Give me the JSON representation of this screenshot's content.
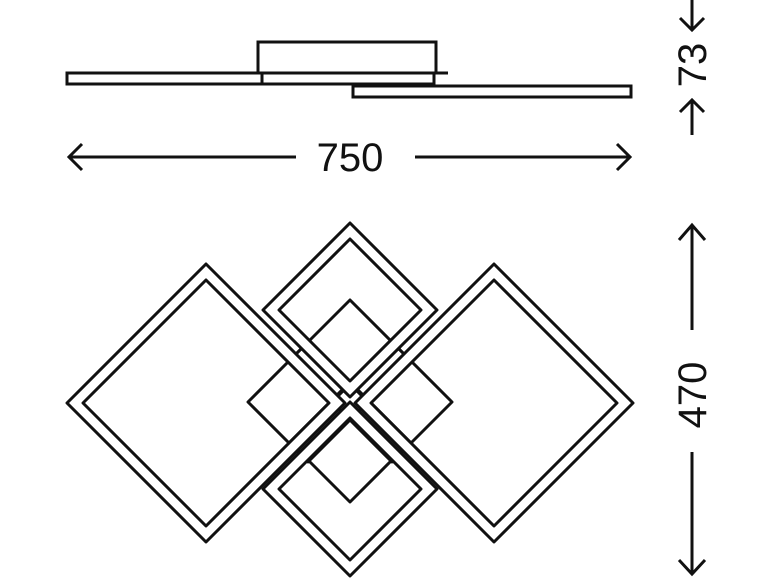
{
  "dimensions": {
    "width_label": "750",
    "height_side_label": "73",
    "depth_label": "470"
  },
  "colors": {
    "line": "#111111",
    "background": "#ffffff"
  }
}
